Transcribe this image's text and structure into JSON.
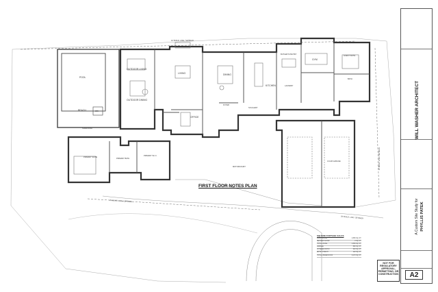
{
  "drawing_title": "FIRST FLOOR NOTES PLAN",
  "rooms": {
    "pool": "POOL",
    "beach": "BEACH",
    "spa": "SPA",
    "surround": "SURROUND",
    "outdoor_living": "OUTDOOR LIVING",
    "outdoor_dining": "OUTDOOR DINING",
    "living": "LIVING",
    "dining": "DINING",
    "kitchen": "KITCHEN",
    "butlers_pantry": "BUTLER'S PANTRY",
    "gym": "GYM",
    "guest_suite": "GUEST SUITE",
    "laundry": "LAUNDRY",
    "bath": "BATH",
    "foyer": "FOYER",
    "scullery": "SCULLERY",
    "office": "OFFICE",
    "primary_suite": "PRIMARY SUITE",
    "primary_bath": "PRIMARY BATH",
    "primary_wic": "PRIMARY W.I.C.",
    "garage": "3-CAR GARAGE",
    "motorcourt": "MOTORCOURT"
  },
  "annotations": {
    "setback_top": "10' BUILD. LINE / SETBACK",
    "setback_right": "10' BUILD. LINE / SETBACK",
    "setback_bottom": "25' BUILD. LINE / SETBACK",
    "setback_left": "25' BUILD. LINE / SETBACK"
  },
  "sqft_calcs": {
    "title": "SQUARE FOOTAGE CALCS",
    "rows": [
      {
        "label": "FIRST FLOOR",
        "value": "4,550 SQ. FT."
      },
      {
        "label": "SECOND FLOOR",
        "value": "0 SQ. FT."
      },
      {
        "label": "TOTAL LIVING",
        "value": "4,550 SQ. FT."
      },
      {
        "label": "GARAGE",
        "value": "880 SQ. FT."
      },
      {
        "label": "COVERED PATIO",
        "value": "620 SQ. FT."
      },
      {
        "label": "ENTRY PORCH",
        "value": "120 SQ. FT."
      },
      {
        "label": "TOTAL UNDER ROOF",
        "value": "6,170 SQ. FT."
      }
    ]
  },
  "title_block": {
    "architect": "WILL WASHER ARCHITECT",
    "project_line1": "A Custom Site Study for",
    "project_line2": "PHYLLIS PATEK",
    "notice": "NOT FOR REGULATORY APPROVAL, PERMITTING, OR CONSTRUCTION",
    "sheet_number": "A2"
  }
}
